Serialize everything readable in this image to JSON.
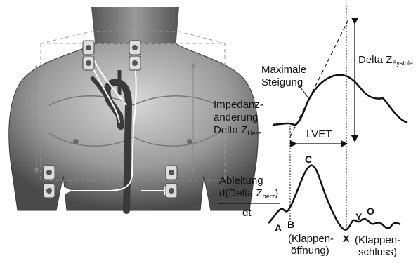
{
  "impedance_panel": {
    "delta_z_systole": "Delta Z",
    "delta_z_systole_sub": "Systole",
    "maximale": "Maximale",
    "steigung": "Steigung",
    "impedanz": "Impedanz-",
    "aenderung": "änderung",
    "delta_z_herz": "Delta Z",
    "delta_z_herz_sub": "Herz",
    "lvet": "LVET"
  },
  "derivative_panel": {
    "ableitung": "Ableitung",
    "d_delta": "d(Delta Z",
    "d_delta_sub": "herz",
    "d_delta_close": ")",
    "dt": "dt",
    "point_a": "A",
    "point_b": "B",
    "point_c": "C",
    "point_x": "X",
    "point_y": "Y",
    "point_o": "O",
    "klappen_open_1": "(Klappen-",
    "klappen_open_2": "öffnung)",
    "klappen_close_1": "(Klappen-",
    "klappen_close_2": "schluss)"
  }
}
